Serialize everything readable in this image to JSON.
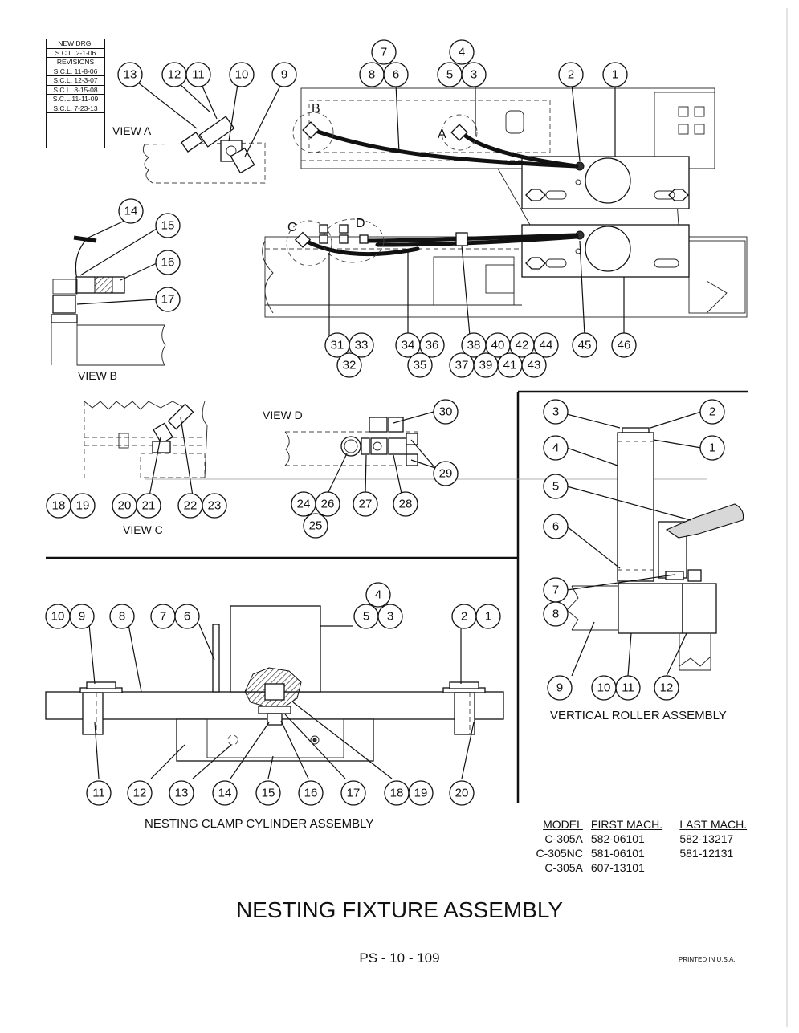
{
  "revisions": {
    "new_drawing_label": "NEW DRG.",
    "new_drawing_date": "S.C.L. 2-1-06",
    "revisions_label": "REVISIONS",
    "entries": [
      "S.C.L. 11-8-06",
      "S.C.L. 12-3-07",
      "S.C.L. 8-15-08",
      "S.C.L.11-11-09",
      "S.C.L. 7-23-13"
    ]
  },
  "views": {
    "view_a": "VIEW A",
    "view_b": "VIEW B",
    "view_c": "VIEW C",
    "view_d": "VIEW D",
    "point_a": "A",
    "point_b": "B",
    "point_c": "C",
    "point_d": "D"
  },
  "callouts": {
    "main": [
      "13",
      "12",
      "11",
      "10",
      "9",
      "7",
      "8",
      "6",
      "4",
      "5",
      "3",
      "2",
      "1",
      "14",
      "15",
      "16",
      "17",
      "31",
      "33",
      "32",
      "34",
      "36",
      "35",
      "38",
      "40",
      "42",
      "44",
      "37",
      "39",
      "41",
      "43",
      "45",
      "46"
    ],
    "view_c": [
      "18",
      "19",
      "20",
      "21",
      "22",
      "23"
    ],
    "view_d": [
      "30",
      "29",
      "24",
      "26",
      "25",
      "27",
      "28"
    ],
    "roller": [
      "3",
      "2",
      "1",
      "4",
      "5",
      "6",
      "7",
      "8",
      "9",
      "10",
      "11",
      "12"
    ],
    "clamp_top": [
      "10",
      "9",
      "8",
      "7",
      "6",
      "4",
      "5",
      "3",
      "2",
      "1"
    ],
    "clamp_bottom": [
      "11",
      "12",
      "13",
      "14",
      "15",
      "16",
      "17",
      "18",
      "19",
      "20"
    ]
  },
  "roller_title": "VERTICAL ROLLER ASSEMBLY",
  "clamp_title": "NESTING CLAMP CYLINDER ASSEMBLY",
  "model_table": {
    "headers": [
      "MODEL",
      "FIRST MACH.",
      "LAST MACH."
    ],
    "rows": [
      [
        "C-305A",
        "582-06101",
        "582-13217"
      ],
      [
        "C-305NC",
        "581-06101",
        "581-12131"
      ],
      [
        "C-305A",
        "607-13101",
        ""
      ]
    ]
  },
  "main_title": "NESTING FIXTURE ASSEMBLY",
  "page_number": "PS - 10 - 109",
  "printed": "PRINTED IN U.S.A."
}
